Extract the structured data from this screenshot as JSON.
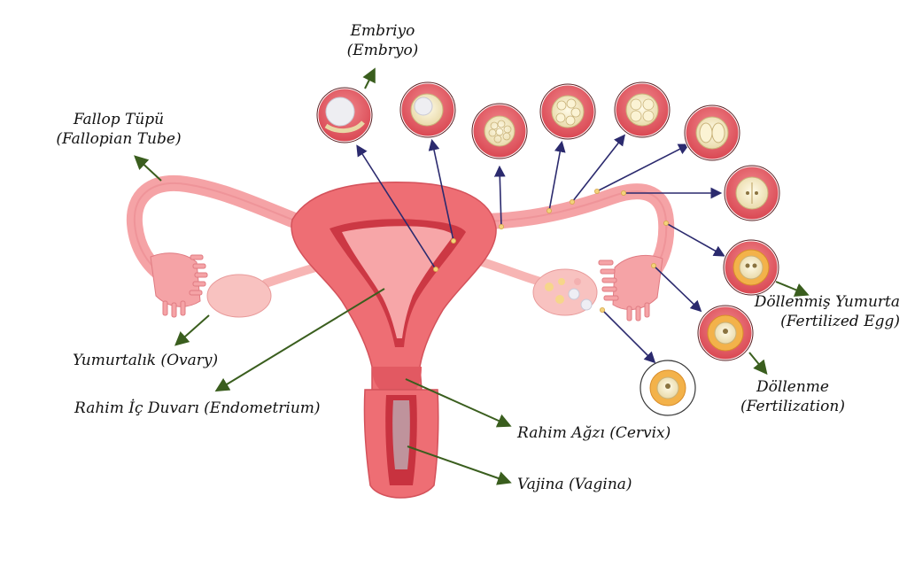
{
  "labels": {
    "embryo": {
      "line1": "Embriyo",
      "line2": "(Embryo)"
    },
    "fallopian": {
      "line1": "Fallop Tüpü",
      "line2": "(Fallopian Tube)"
    },
    "ovary": "Yumurtalık (Ovary)",
    "endometrium": "Rahim İç Duvarı (Endometrium)",
    "cervix": "Rahim Ağzı (Cervix)",
    "vagina": "Vajina (Vagina)",
    "fertilized_egg": {
      "line1": "Döllenmiş Yumurta",
      "line2": "(Fertilized Egg)"
    },
    "fertilization": {
      "line1": "Döllenme",
      "line2": "(Fertilization)"
    }
  },
  "colors": {
    "tissue_light": "#f5a3a6",
    "tissue_mid": "#ee6e74",
    "tissue_dark": "#c8323f",
    "ovary": "#f8c2c0",
    "label_arrow": "#3a5e1e",
    "stage_arrow": "#2b2a6e",
    "cell_fill": "#f3e8c6",
    "circle_ring": "#ffffff",
    "circle_fill": "#e9656d"
  },
  "stages": [
    {
      "id": "embryo",
      "icon": "embryo-icon"
    },
    {
      "id": "blastocyst",
      "icon": "blastocyst-icon"
    },
    {
      "id": "morula",
      "icon": "morula-icon"
    },
    {
      "id": "eight-cell",
      "icon": "eight-cell-icon"
    },
    {
      "id": "four-cell",
      "icon": "four-cell-icon"
    },
    {
      "id": "two-cell",
      "icon": "two-cell-icon"
    },
    {
      "id": "zygote-division",
      "icon": "zygote-division-icon"
    },
    {
      "id": "fertilized-egg",
      "icon": "fertilized-egg-icon"
    },
    {
      "id": "fertilization",
      "icon": "fertilization-icon"
    },
    {
      "id": "ovulated-egg",
      "icon": "ovulated-egg-icon"
    }
  ]
}
